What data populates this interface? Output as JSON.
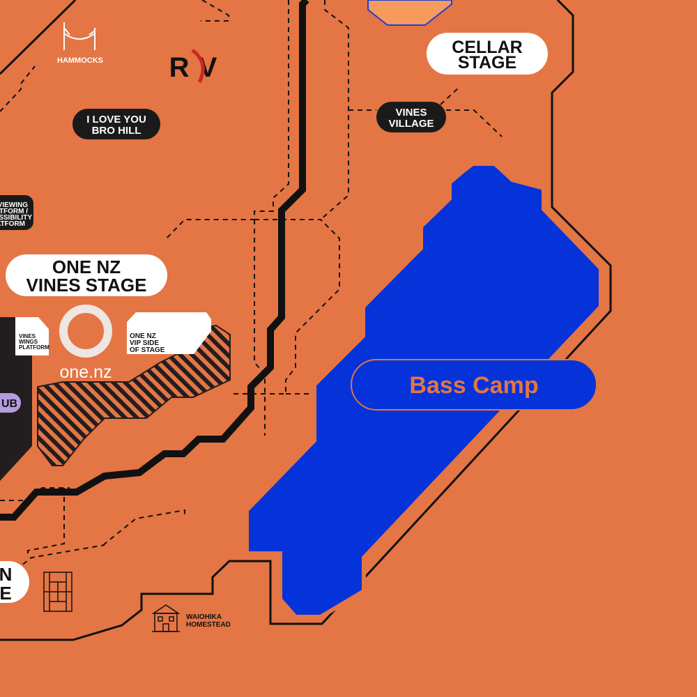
{
  "colors": {
    "ground": "#E47544",
    "water": "#0533D9",
    "water_label_text": "#E47544",
    "lines": "#111111",
    "stage_pill": "#FFFFFF",
    "label_pill": "#1A1A1A",
    "purple_tag": "#B59BE0",
    "top_area": "#F69A5D"
  },
  "labels": {
    "hammocks": "HAMMOCKS",
    "rv_logo": "RV",
    "i_love_you_bro_hill": [
      "I LOVE YOU",
      "BRO HILL"
    ],
    "viewing_platform": [
      "VIEWING",
      "PLATFORM /",
      "ACCESSIBILITY",
      "PLATFORM"
    ],
    "one_nz_vines_stage": [
      "ONE NZ",
      "VINES STAGE"
    ],
    "vines_wings_platform": [
      "VINES",
      "WINGS",
      "PLATFORM"
    ],
    "one_nz_vip": [
      "ONE NZ",
      "VIP SIDE",
      "OF STAGE"
    ],
    "one_nz_logo": "one.nz",
    "purple_tag": "UB",
    "cellar_stage": [
      "CELLAR",
      "STAGE"
    ],
    "vines_village": [
      "VINES",
      "VILLAGE"
    ],
    "bass_camp": "Bass Camp",
    "cut_off_stage": [
      "N",
      "E"
    ],
    "waiohika_homestead": [
      "WAIOHIKA",
      "HOMESTEAD"
    ]
  },
  "icons": [
    "hammock-icon",
    "rv-logo",
    "one-nz-logo",
    "tennis-court-icon",
    "homestead-icon"
  ]
}
